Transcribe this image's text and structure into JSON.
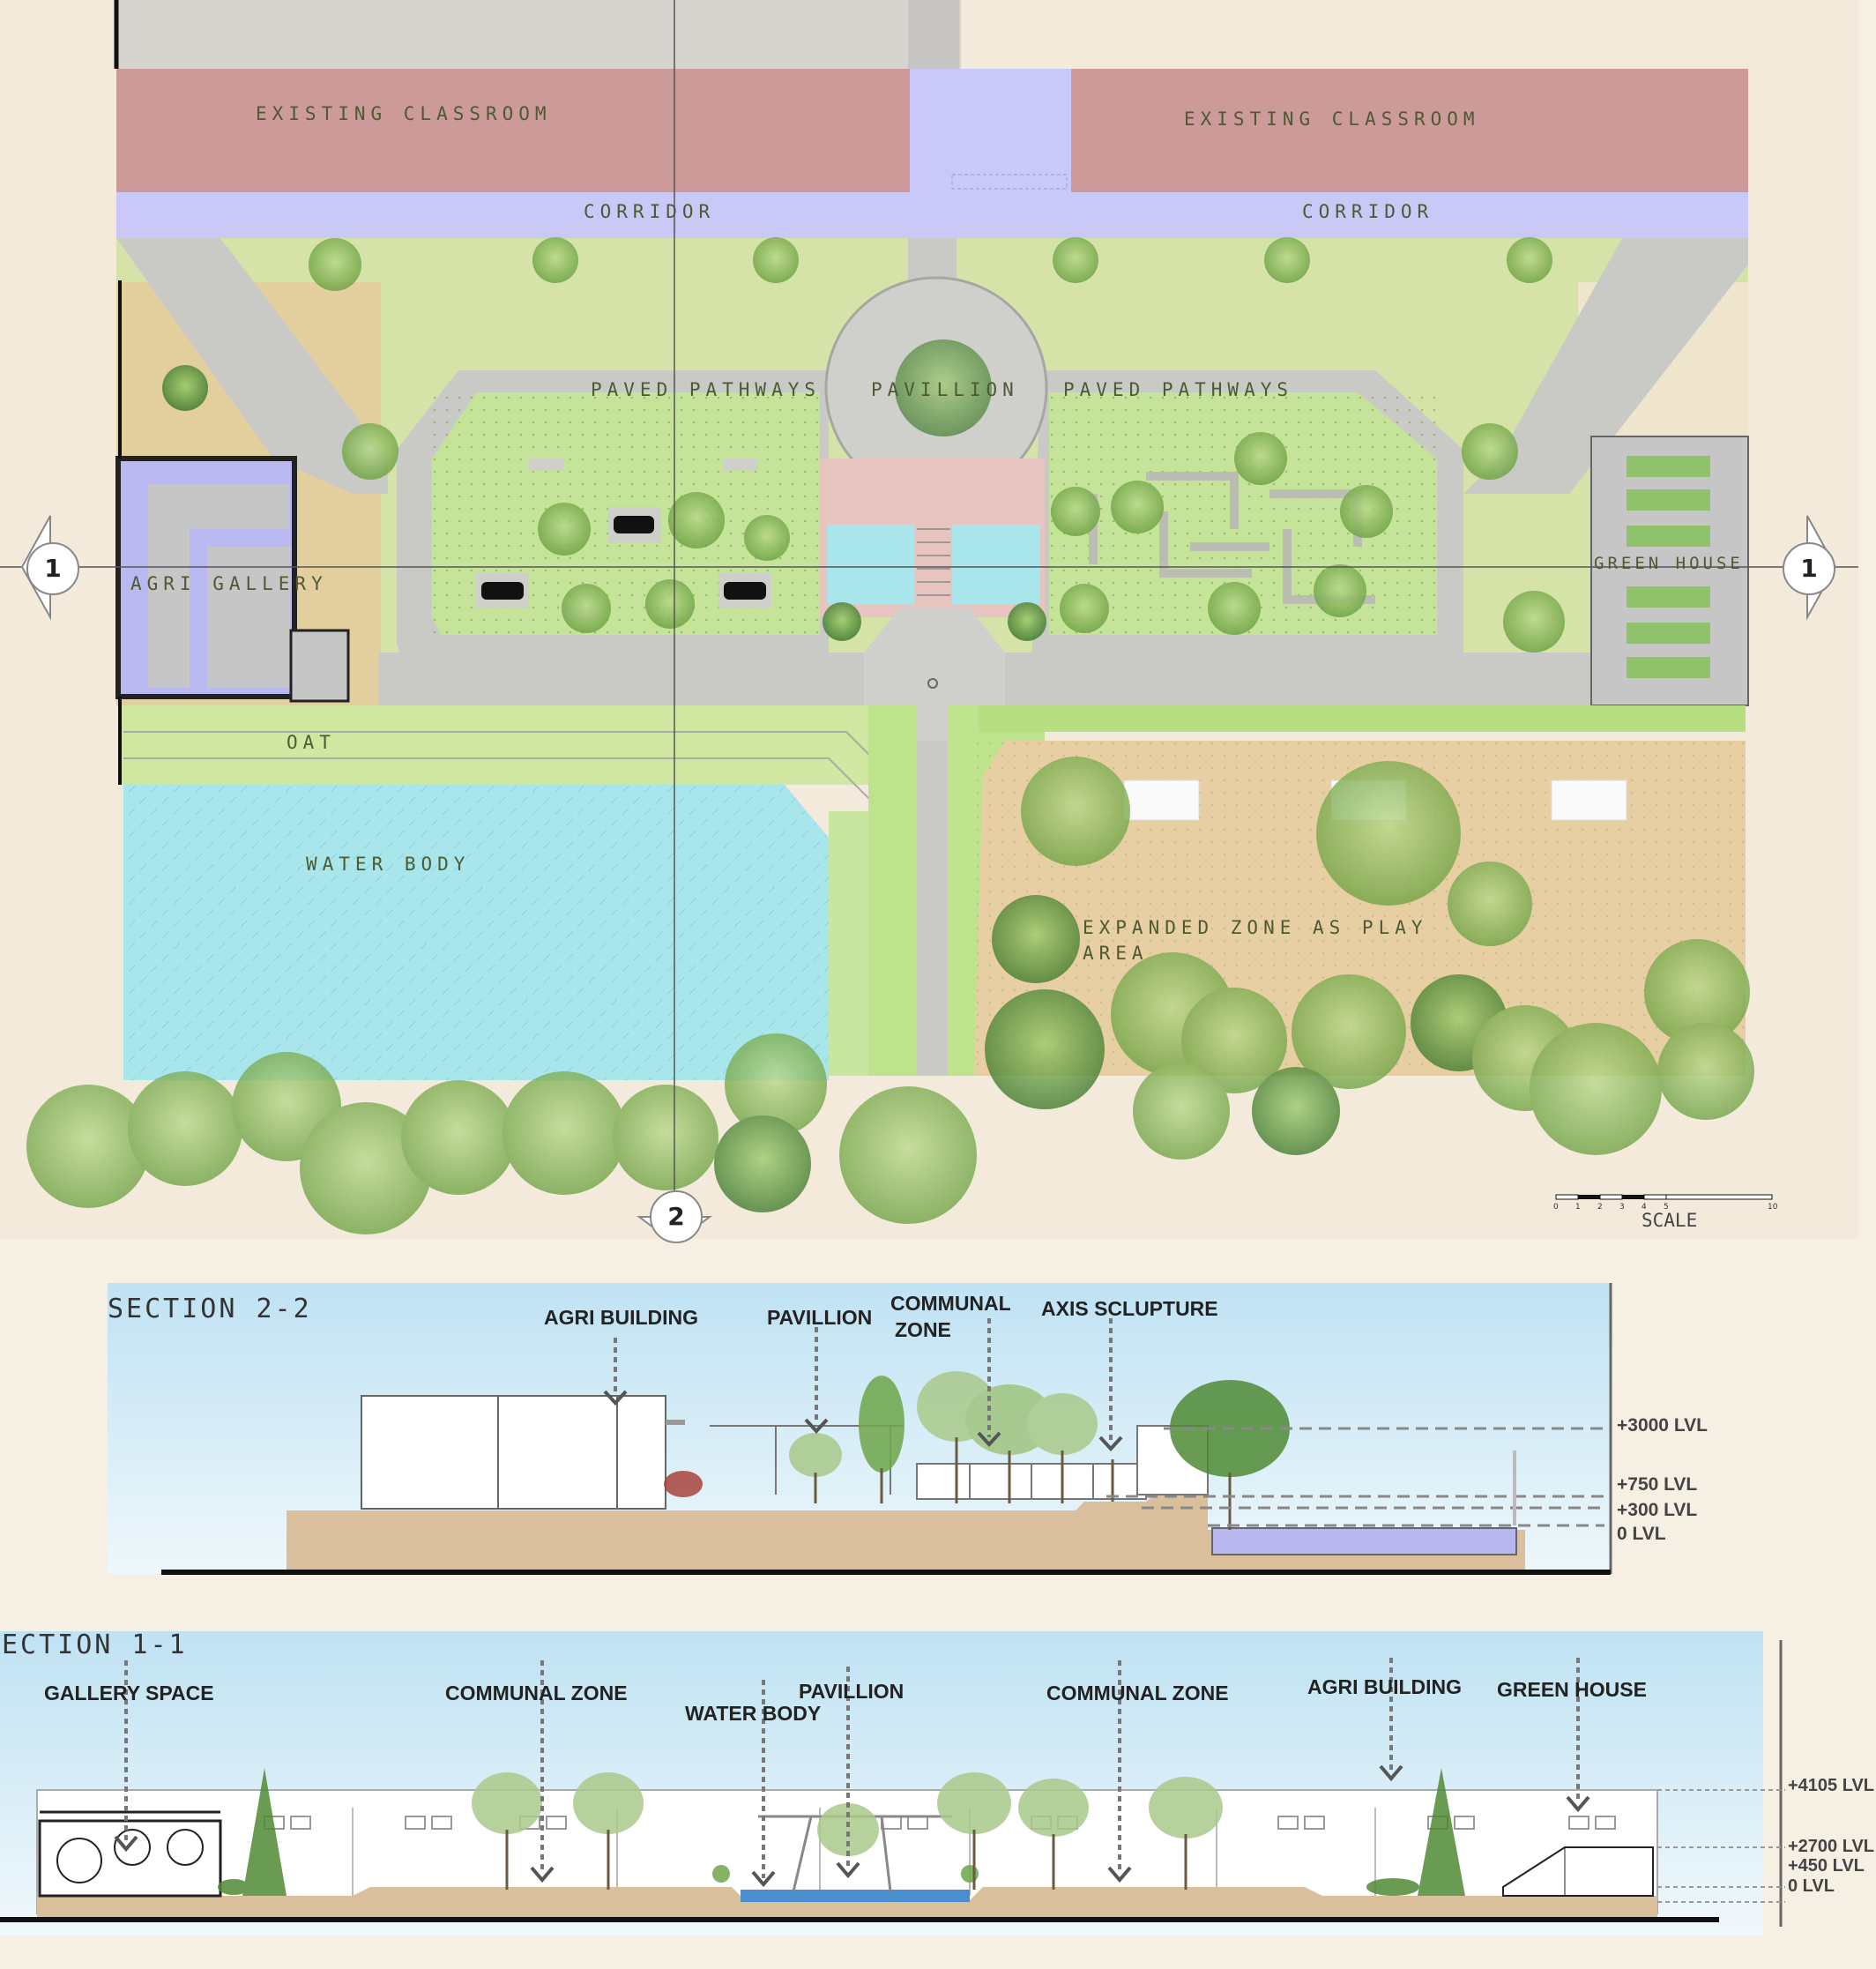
{
  "plan": {
    "labels": {
      "classroom_left": "EXISTING CLASSROOM",
      "classroom_right": "EXISTING CLASSROOM",
      "corridor_left": "CORRIDOR",
      "corridor_right": "CORRIDOR",
      "paved_left": "PAVED PATHWAYS",
      "pavilion": "PAVILLION",
      "paved_right": "PAVED PATHWAYS",
      "agri_gallery": "AGRI GALLERY",
      "green_house": "GREEN HOUSE",
      "oat": "OAT",
      "water_body": "WATER BODY",
      "play_area_line1": "EXPANDED ZONE AS PLAY",
      "play_area_line2": "AREA"
    },
    "markers": {
      "section1_left": "1",
      "section1_right": "1",
      "section2_bottom": "2"
    },
    "scale": {
      "label": "SCALE",
      "ticks": [
        "0",
        "1",
        "2",
        "3",
        "4",
        "5",
        "10"
      ]
    }
  },
  "section22": {
    "title": "SECTION 2-2",
    "labels": {
      "agri_building": "AGRI BUILDING",
      "pavillion": "PAVILLION",
      "communal_line1": "COMMUNAL",
      "communal_line2": "ZONE",
      "axis_sculpture": "AXIS SCLUPTURE"
    },
    "levels": [
      "+3000 LVL",
      "+750 LVL",
      "+300 LVL",
      "0 LVL"
    ]
  },
  "section11": {
    "title": "ECTION 1-1",
    "labels": {
      "gallery_space": "GALLERY SPACE",
      "communal_left": "COMMUNAL ZONE",
      "water_body": "WATER BODY",
      "pavillion": "PAVILLION",
      "communal_right": "COMMUNAL ZONE",
      "agri_building": "AGRI BUILDING",
      "green_house": "GREEN HOUSE"
    },
    "levels": [
      "+4105 LVL",
      "+2700 LVL",
      "+450 LVL",
      "0 LVL"
    ]
  },
  "colors": {
    "classroom": "#cc9a98",
    "corridor": "#c9c8f6",
    "lawn": "#d2e3a4",
    "path": "#c9c9c6",
    "water": "#a9e6ec",
    "sand": "#e6cfa6",
    "tree": "#8fbf5c",
    "gallery": "#b9b8f0"
  }
}
